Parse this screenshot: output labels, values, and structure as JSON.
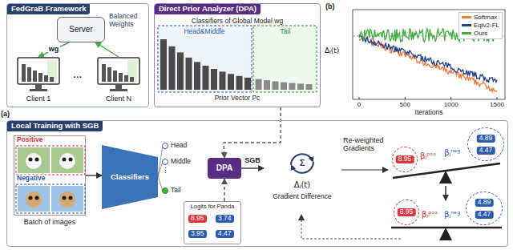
{
  "diagram": {
    "nodes": [
      {
        "text": [
          "FedGraB Framework"
        ]
      },
      {
        "text": [
          "Server"
        ],
        "in": 0
      },
      {
        "text": [
          "Client 1"
        ],
        "in": 0
      },
      {
        "text": [
          "Client N"
        ],
        "in": 0
      },
      {
        "text": [
          "Direct Prior Analyzer (DPA)",
          "Classifiers of Global Model wg"
        ]
      },
      {
        "text": [
          "Local Training with SGB"
        ]
      },
      {
        "text": [
          "Positive",
          "Negative",
          "Batch of images"
        ],
        "in": 5
      },
      {
        "text": [
          "Classifiers"
        ],
        "in": 5
      },
      {
        "text": [
          "DPA"
        ],
        "in": 5
      },
      {
        "text": [
          "Logits for Panda",
          "8.95",
          "3.74",
          "3.95",
          "4.47"
        ],
        "in": 5
      },
      {
        "text": [
          "Σ",
          "Δⱼ(t)",
          "Gradient Difference"
        ],
        "in": 5
      },
      {
        "text": [
          "8.95"
        ],
        "in": 5
      },
      {
        "text": [
          "4.89",
          "4.47"
        ],
        "in": 5
      },
      {
        "text": [
          "8.95"
        ],
        "in": 5
      },
      {
        "text": [
          "4.89",
          "4.47"
        ],
        "in": 5
      }
    ],
    "edges": [
      {
        "from": 1,
        "to": 2,
        "label": "wg",
        "arrow": "to"
      },
      {
        "from": 3,
        "to": 1,
        "arrow": "to"
      },
      {
        "from": 6,
        "to": 7,
        "arrow": "to"
      },
      {
        "from": 9,
        "to": 8,
        "arrow": "to"
      },
      {
        "from": 4,
        "to": 8,
        "arrow": "to"
      },
      {
        "from": 8,
        "to": 10,
        "label": "SGB",
        "arrow": "to"
      }
    ],
    "labels": [
      "(a)",
      "Balanced Weights",
      "···",
      "Head&Middle",
      "Tail",
      "Prior Vector Pc",
      "(b)",
      "Δⱼ(t)",
      "0",
      "500",
      "1000",
      "1500",
      "Iterations",
      "Head",
      "Middle",
      "⋮",
      "Tail",
      "Re-weighted Gradients",
      "βⱼᵖᵒˢ",
      "βⱼⁿᵉᵍ",
      "βⱼᵖᵒˢ",
      "βⱼⁿᵉᵍ"
    ],
    "legend": [
      {
        "text": "Softmax",
        "color": "#f07a3c"
      },
      {
        "text": "Eqlv2-FL",
        "color": "#243f8f"
      },
      {
        "text": "Ours",
        "color": "#3fae3f"
      }
    ]
  }
}
